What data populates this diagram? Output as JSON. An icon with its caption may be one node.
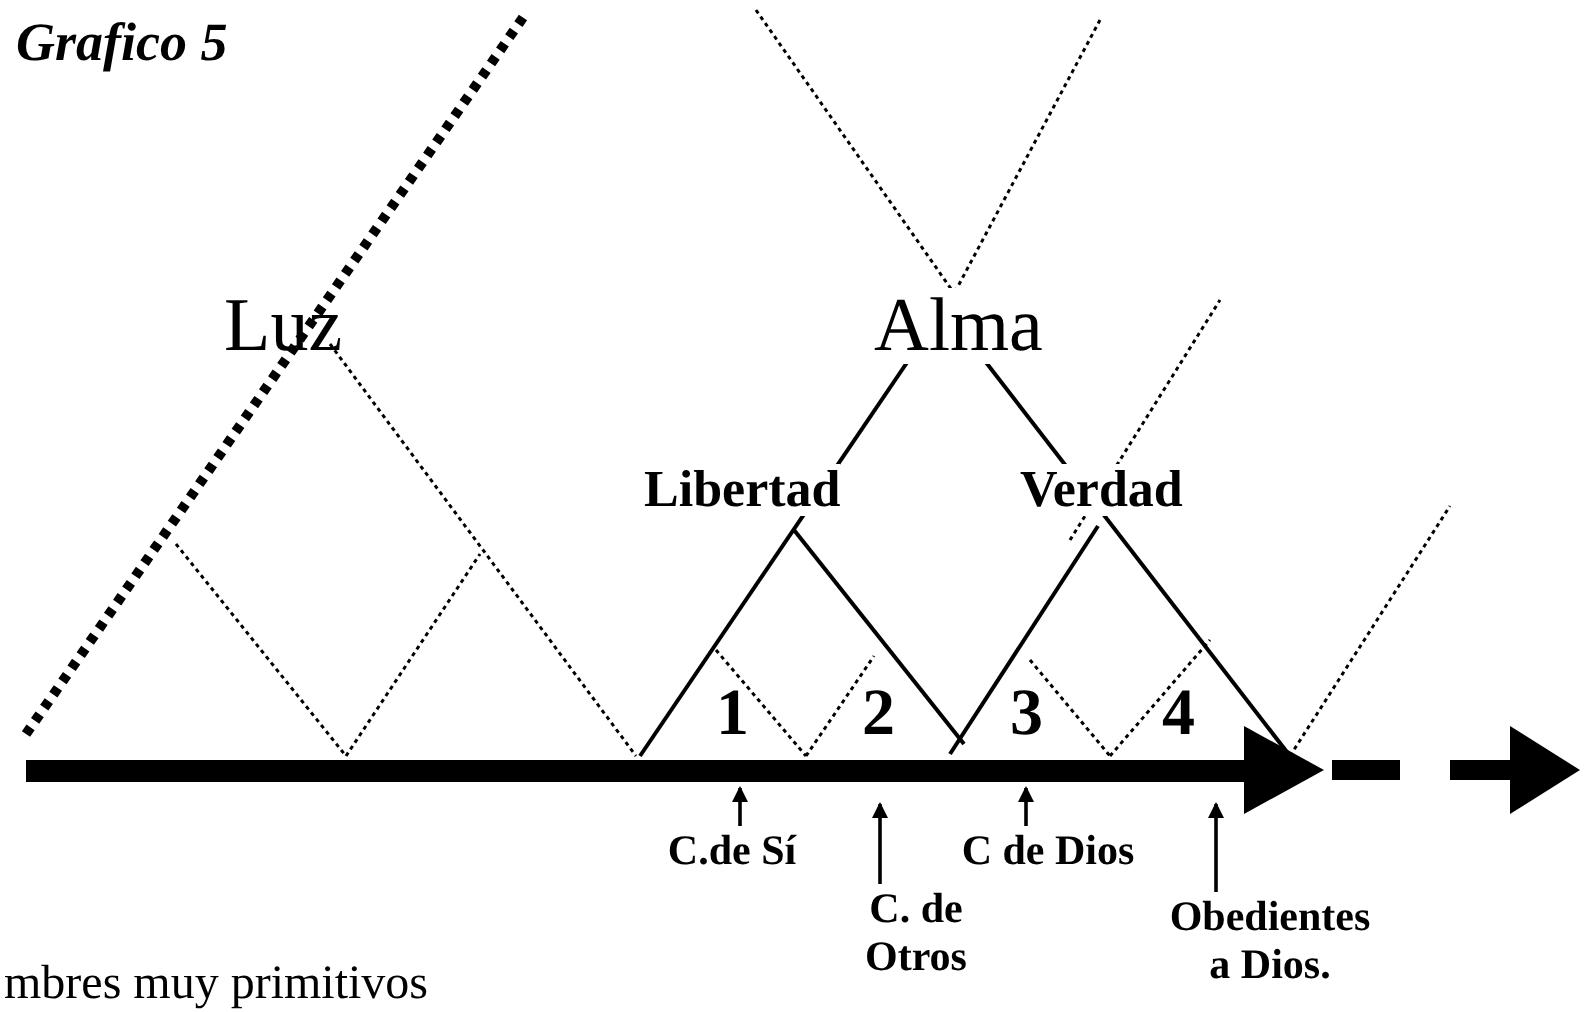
{
  "diagram": {
    "title": "Grafico 5",
    "nodes": [
      {
        "text": [
          "C.de Sí"
        ]
      },
      {
        "text": [
          "C. de Otros"
        ]
      },
      {
        "text": [
          "C de Dios"
        ]
      },
      {
        "text": [
          "Obedientes a Dios."
        ]
      }
    ],
    "edges": [
      {
        "from": 0,
        "to": null,
        "arrow": "to"
      },
      {
        "from": 1,
        "to": null,
        "arrow": "to"
      },
      {
        "from": 2,
        "to": null,
        "arrow": "to"
      },
      {
        "from": 3,
        "to": null,
        "arrow": "to"
      }
    ],
    "labels": [
      "Luz",
      "Alma",
      "Libertad",
      "Verdad",
      "1",
      "2",
      "3",
      "4",
      "mbres muy primitivos"
    ]
  }
}
